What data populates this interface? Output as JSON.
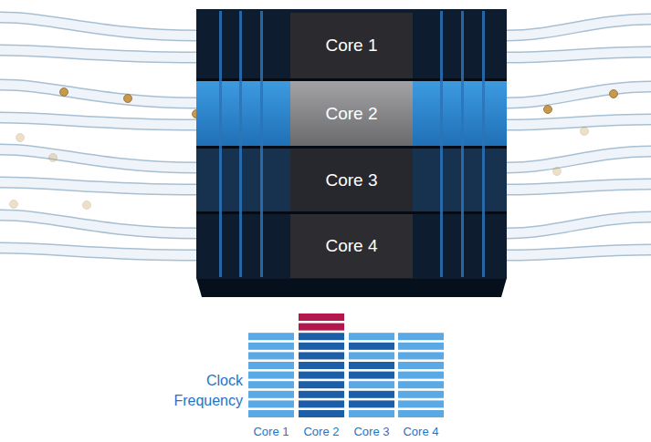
{
  "diagram": {
    "nodes": [
      {
        "text": [
          "Core 1"
        ]
      },
      {
        "text": [
          "Core 2"
        ]
      },
      {
        "text": [
          "Core 3"
        ]
      },
      {
        "text": [
          "Core 4"
        ]
      }
    ],
    "labels": [
      "Clock Frequency",
      "Core 1",
      "Core 2",
      "Core 3",
      "Core 4"
    ]
  }
}
